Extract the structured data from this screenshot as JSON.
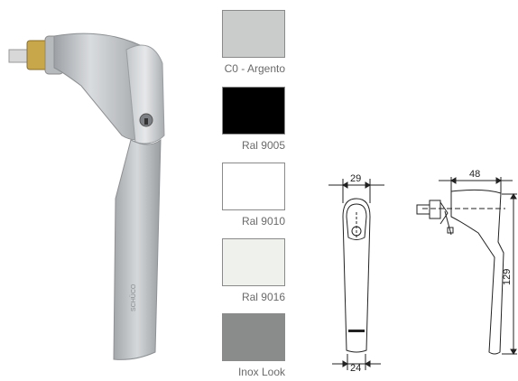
{
  "swatches": [
    {
      "label": "C0 - Argento",
      "color": "#c9ccca"
    },
    {
      "label": "Ral 9005",
      "color": "#000000"
    },
    {
      "label": "Ral 9010",
      "color": "#ffffff"
    },
    {
      "label": "Ral 9016",
      "color": "#eff1ec"
    },
    {
      "label": "Inox Look",
      "color": "#8a8b8b"
    }
  ],
  "front_view": {
    "width_top": "29",
    "width_bottom": "24"
  },
  "side_view": {
    "depth": "48",
    "height": "129"
  }
}
